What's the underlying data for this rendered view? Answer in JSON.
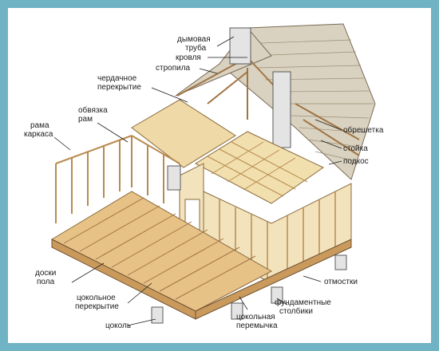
{
  "labels": {
    "chimney": [
      "дымовая",
      "труба"
    ],
    "roof": "кровля",
    "rafters": "стропила",
    "attic_floor": [
      "чердачное",
      "перекрытие"
    ],
    "frame_top_plate": [
      "обвязка",
      "рам"
    ],
    "frame": [
      "рама",
      "каркаса"
    ],
    "lathing": "обрешетка",
    "post": "стойка",
    "brace": "подкос",
    "floor_boards": [
      "доски",
      "пола"
    ],
    "plinth_floor": [
      "цокольное",
      "перекрытие"
    ],
    "plinth": "цоколь",
    "plinth_beam": [
      "цокольная",
      "перемычка"
    ],
    "foundation_posts": [
      "фундаментные",
      "столбики"
    ],
    "blind_area": "отмостки"
  },
  "colors": {
    "border": "#6fb3c4",
    "wood": "#e7c287",
    "wood_dark": "#b98a4e",
    "roof": "#d9d2c0",
    "deck": "#efd9a6",
    "ink": "#1c1c1c"
  }
}
